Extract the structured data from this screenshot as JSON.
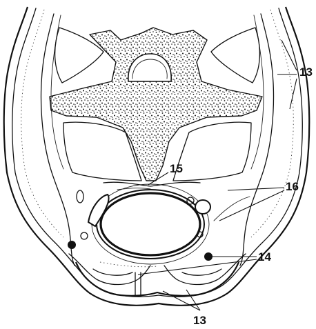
{
  "labels": {
    "outer_sheath_top": "13",
    "outer_sheath_bottom": "13",
    "ventral_ducts": "14",
    "median_point": "15",
    "lateral_vessels": "16"
  },
  "colors": {
    "ink": "#111111",
    "paper": "#ffffff"
  }
}
